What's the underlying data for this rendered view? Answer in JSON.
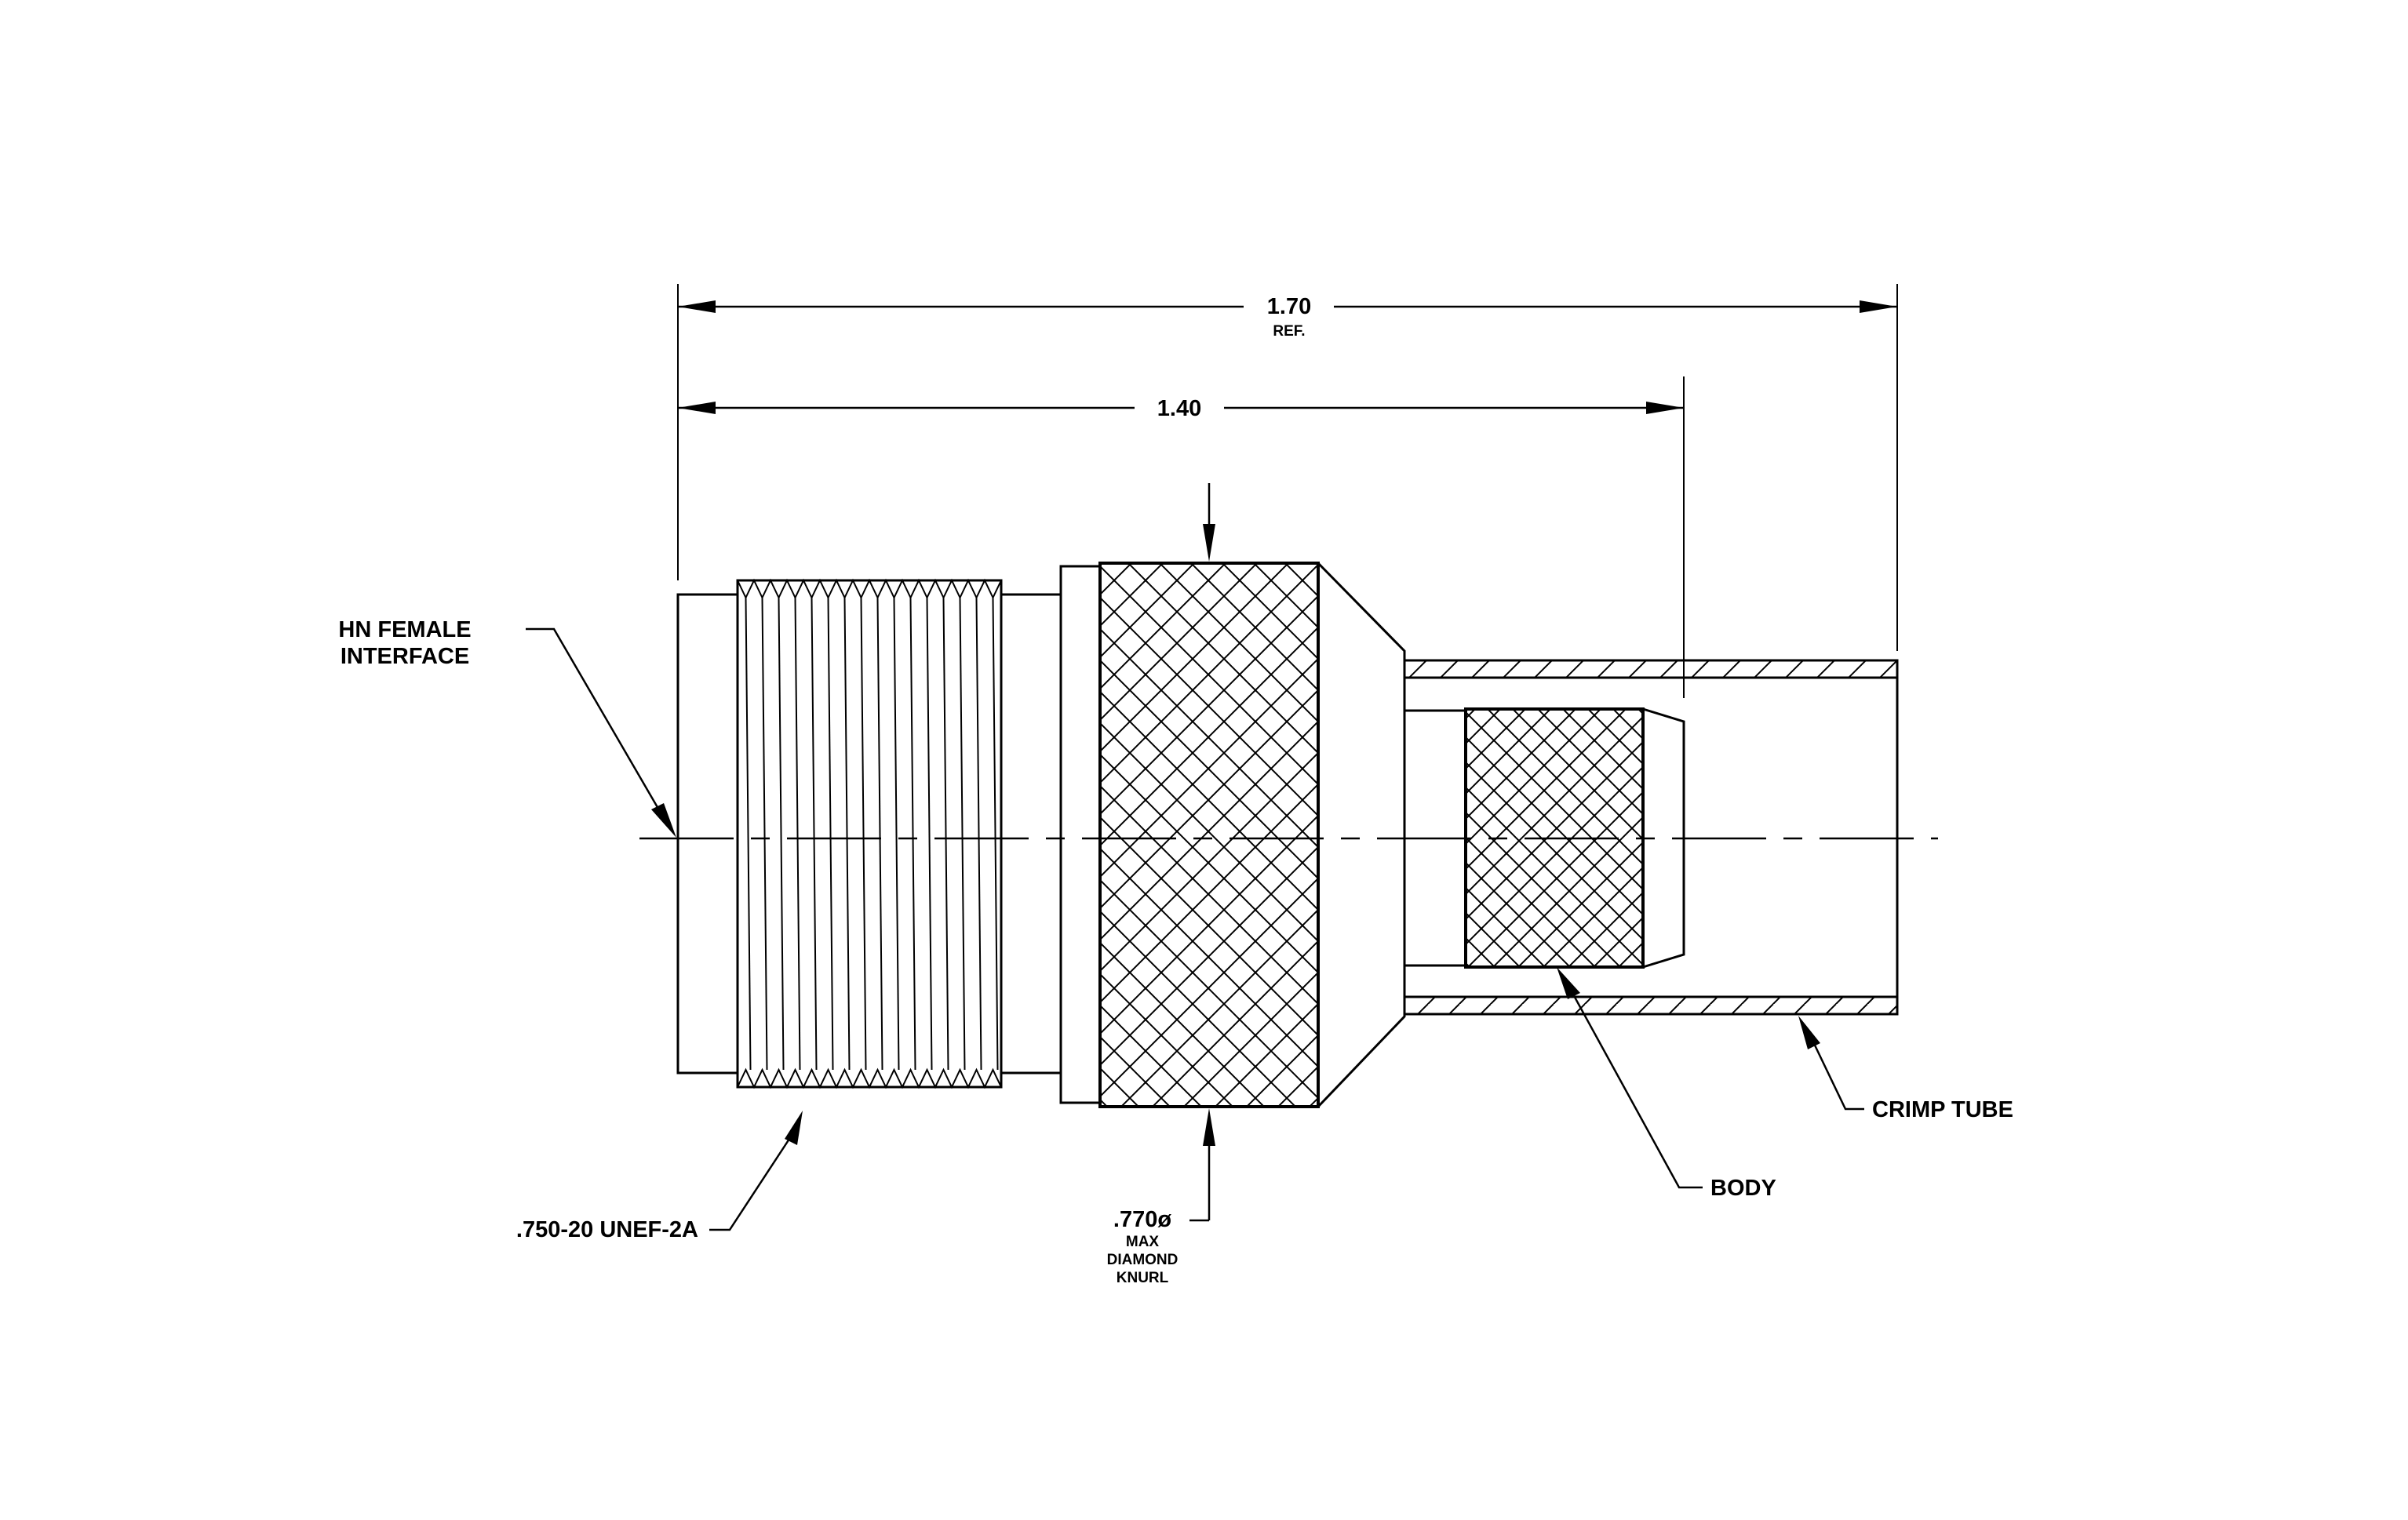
{
  "dimensions": {
    "overall": {
      "value": "1.70",
      "note": "REF."
    },
    "body_length": {
      "value": "1.40"
    }
  },
  "labels": {
    "interface": [
      "HN FEMALE",
      "INTERFACE"
    ],
    "thread": ".750-20 UNEF-2A",
    "knurl": {
      "value": ".770ø",
      "notes": [
        "MAX",
        "DIAMOND",
        "KNURL"
      ]
    },
    "body": "BODY",
    "crimp_tube": "CRIMP TUBE"
  },
  "colors": {
    "line": "#000000",
    "background": "#ffffff"
  }
}
